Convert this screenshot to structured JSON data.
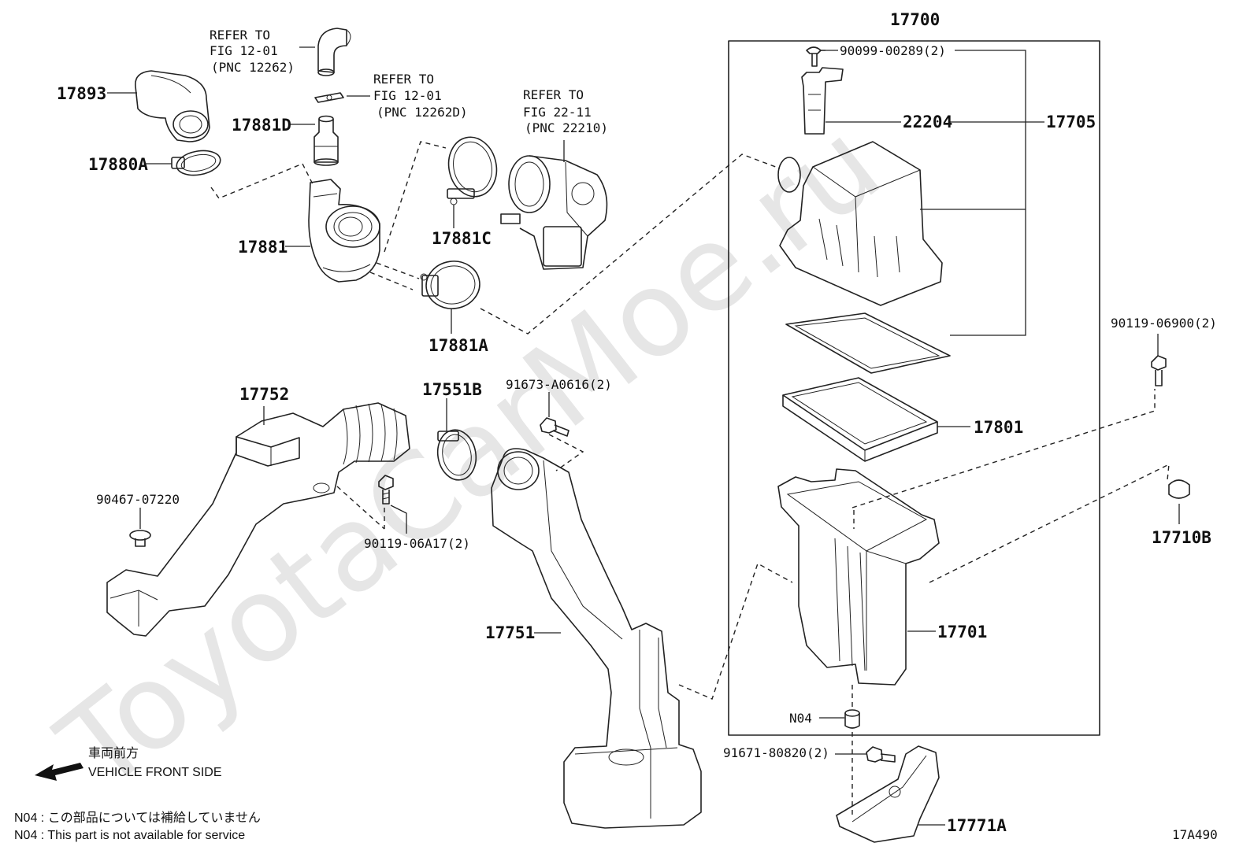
{
  "watermark": "ToyotaCarMoe.ru",
  "refs": [
    {
      "line1": "REFER TO",
      "line2": "FIG 12-01",
      "line3": "(PNC 12262)"
    },
    {
      "line1": "REFER TO",
      "line2": "FIG 12-01",
      "line3": "(PNC 12262D)"
    },
    {
      "line1": "REFER TO",
      "line2": "FIG 22-11",
      "line3": "(PNC 22210)"
    }
  ],
  "labels": {
    "p17893": "17893",
    "p17881D": "17881D",
    "p17880A": "17880A",
    "p17881": "17881",
    "p17881C": "17881C",
    "p17881A": "17881A",
    "p17752": "17752",
    "p17551B": "17551B",
    "p91673": "91673-A0616(2)",
    "p90467": "90467-07220",
    "p90119a": "90119-06A17(2)",
    "p17751": "17751",
    "p17700": "17700",
    "p90099": "90099-00289(2)",
    "p22204": "22204",
    "p17705": "17705",
    "p17801": "17801",
    "p90119b": "90119-06900(2)",
    "p17710B": "17710B",
    "p17701": "17701",
    "pN04": "N04",
    "p91671": "91671-80820(2)",
    "p17771A": "17771A"
  },
  "direction": {
    "jp": "車両前方",
    "en": "VEHICLE FRONT SIDE"
  },
  "notes": [
    "N04 : この部品については補給していません",
    "N04 : This part is not available for service"
  ],
  "figure_code": "17A490"
}
